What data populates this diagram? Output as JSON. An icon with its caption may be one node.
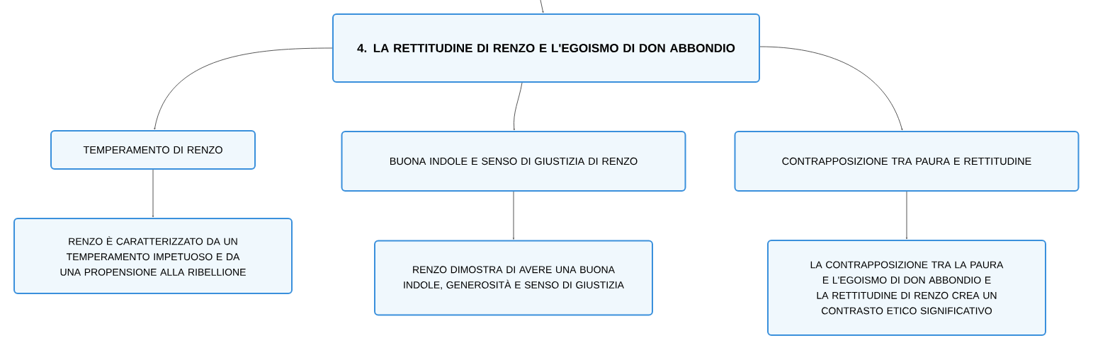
{
  "diagram": {
    "nodes": [
      {
        "text": [
          "4. LA RETTITUDINE DI RENZO E L'EGOISMO DI DON ABBONDIO"
        ]
      },
      {
        "text": [
          "TEMPERAMENTO DI RENZO"
        ]
      },
      {
        "text": [
          "RENZO È CARATTERIZZATO DA UN TEMPERAMENTO IMPETUOSO E DA UNA PROPENSIONE ALLA RIBELLIONE"
        ]
      },
      {
        "text": [
          "BUONA INDOLE E SENSO DI GIUSTIZIA DI RENZO"
        ]
      },
      {
        "text": [
          "RENZO DIMOSTRA DI AVERE UNA BUONA INDOLE, GENEROSITÀ E SENSO DI GIUSTIZIA"
        ]
      },
      {
        "text": [
          "CONTRAPPOSIZIONE TRA PAURA E RETTITUDINE"
        ]
      },
      {
        "text": [
          "LA CONTRAPPOSIZIONE TRA LA PAURA E L'EGOISMO DI DON ABBONDIO E LA RETTITUDINE DI RENZO CREA UN CONTRASTO ETICO SIGNIFICATIVO"
        ]
      }
    ],
    "edges": [
      {
        "from": null,
        "to": 0,
        "arrow": "to"
      },
      {
        "from": 0,
        "to": 1,
        "arrow": "to"
      },
      {
        "from": 0,
        "to": 3,
        "arrow": "to"
      },
      {
        "from": 0,
        "to": 5,
        "arrow": "to"
      },
      {
        "from": 1,
        "to": 2,
        "arrow": "to"
      },
      {
        "from": 3,
        "to": 4,
        "arrow": "to"
      },
      {
        "from": 5,
        "to": 6,
        "arrow": "to"
      }
    ]
  }
}
